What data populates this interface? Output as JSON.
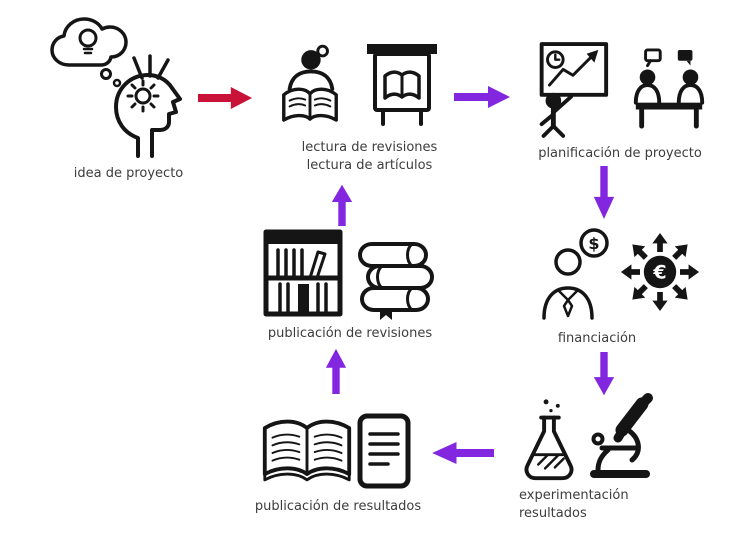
{
  "colors": {
    "icon": "#151515",
    "text": "#3d3d3d",
    "arrow_red": "#c81238",
    "arrow_purple": "#8226df"
  },
  "nodes": {
    "idea": {
      "label": "idea de proyecto",
      "icons": [
        "thought-cloud-lightbulb-icon",
        "creative-head-icon"
      ]
    },
    "lectura": {
      "label_line1": "lectura de revisiones",
      "label_line2": "lectura de artículos",
      "icons": [
        "person-reading-icon",
        "lectern-book-icon"
      ]
    },
    "planificacion": {
      "label": "planificación de proyecto",
      "icons": [
        "presentation-chart-icon",
        "team-meeting-icon"
      ]
    },
    "financiacion": {
      "label": "financiación",
      "icons": [
        "investor-dollar-icon",
        "euro-spread-icon"
      ]
    },
    "experimentacion": {
      "label_line1": "experimentación",
      "label_line2": "resultados",
      "icons": [
        "flask-icon",
        "microscope-icon"
      ]
    },
    "publicacion_resultados": {
      "label": "publicación de resultados",
      "icons": [
        "open-book-icon",
        "ereader-icon"
      ]
    },
    "publicacion_revisiones": {
      "label": "publicación de revisiones",
      "icons": [
        "bookshelf-icon",
        "book-stack-icon"
      ]
    }
  },
  "arrows": [
    {
      "from": "idea",
      "to": "lectura",
      "color": "red",
      "direction": "right"
    },
    {
      "from": "lectura",
      "to": "planificacion",
      "color": "purple",
      "direction": "right"
    },
    {
      "from": "planificacion",
      "to": "financiacion",
      "color": "purple",
      "direction": "down"
    },
    {
      "from": "financiacion",
      "to": "experimentacion",
      "color": "purple",
      "direction": "down"
    },
    {
      "from": "experimentacion",
      "to": "publicacion_resultados",
      "color": "purple",
      "direction": "left"
    },
    {
      "from": "publicacion_resultados",
      "to": "publicacion_revisiones",
      "color": "purple",
      "direction": "up"
    },
    {
      "from": "publicacion_revisiones",
      "to": "lectura",
      "color": "purple",
      "direction": "up"
    }
  ]
}
